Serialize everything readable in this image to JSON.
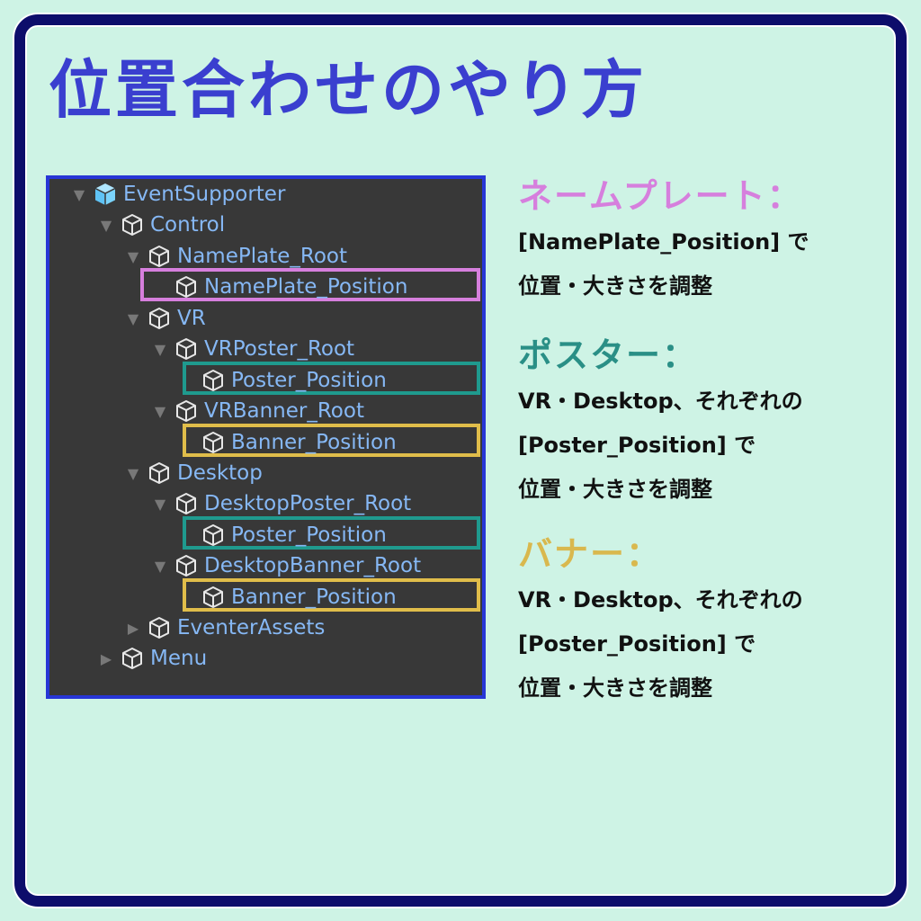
{
  "title": "位置合わせのやり方",
  "colors": {
    "background": "#cef3e5",
    "frame": "#0d0d6b",
    "title": "#3a3fcf",
    "panel_bg": "#383838",
    "panel_border": "#2736d6",
    "tree_text": "#86b8f5",
    "nameplate": "#d67fdd",
    "poster": "#1f9a8e",
    "banner": "#e0bd4a"
  },
  "hierarchy": {
    "items": [
      {
        "label": "EventSupporter",
        "depth": 0,
        "arrow": "expanded",
        "icon": "prefab-cube-icon"
      },
      {
        "label": "Control",
        "depth": 1,
        "arrow": "expanded",
        "icon": "gameobject-cube-icon"
      },
      {
        "label": "NamePlate_Root",
        "depth": 2,
        "arrow": "expanded",
        "icon": "gameobject-cube-icon"
      },
      {
        "label": "NamePlate_Position",
        "depth": 3,
        "arrow": "none",
        "icon": "gameobject-cube-icon",
        "highlight": "nameplate"
      },
      {
        "label": "VR",
        "depth": 2,
        "arrow": "expanded",
        "icon": "gameobject-cube-icon"
      },
      {
        "label": "VRPoster_Root",
        "depth": 3,
        "arrow": "expanded",
        "icon": "gameobject-cube-icon"
      },
      {
        "label": "Poster_Position",
        "depth": 4,
        "arrow": "none",
        "icon": "gameobject-cube-icon",
        "highlight": "poster"
      },
      {
        "label": "VRBanner_Root",
        "depth": 3,
        "arrow": "expanded",
        "icon": "gameobject-cube-icon"
      },
      {
        "label": "Banner_Position",
        "depth": 4,
        "arrow": "none",
        "icon": "gameobject-cube-icon",
        "highlight": "banner"
      },
      {
        "label": "Desktop",
        "depth": 2,
        "arrow": "expanded",
        "icon": "gameobject-cube-icon"
      },
      {
        "label": "DesktopPoster_Root",
        "depth": 3,
        "arrow": "expanded",
        "icon": "gameobject-cube-icon"
      },
      {
        "label": "Poster_Position",
        "depth": 4,
        "arrow": "none",
        "icon": "gameobject-cube-icon",
        "highlight": "poster"
      },
      {
        "label": "DesktopBanner_Root",
        "depth": 3,
        "arrow": "expanded",
        "icon": "gameobject-cube-icon"
      },
      {
        "label": "Banner_Position",
        "depth": 4,
        "arrow": "none",
        "icon": "gameobject-cube-icon",
        "highlight": "banner"
      },
      {
        "label": "EventerAssets",
        "depth": 2,
        "arrow": "collapsed",
        "icon": "gameobject-cube-icon"
      },
      {
        "label": "Menu",
        "depth": 1,
        "arrow": "collapsed",
        "icon": "gameobject-cube-icon"
      }
    ]
  },
  "sections": {
    "nameplate": {
      "heading": "ネームプレート：",
      "lines": [
        "[NamePlate_Position] で",
        "位置・大きさを調整"
      ]
    },
    "poster": {
      "heading": "ポスター：",
      "lines": [
        "VR・Desktop、それぞれの",
        "[Poster_Position] で",
        "位置・大きさを調整"
      ]
    },
    "banner": {
      "heading": "バナー：",
      "lines": [
        "VR・Desktop、それぞれの",
        "[Poster_Position] で",
        "位置・大きさを調整"
      ]
    }
  }
}
